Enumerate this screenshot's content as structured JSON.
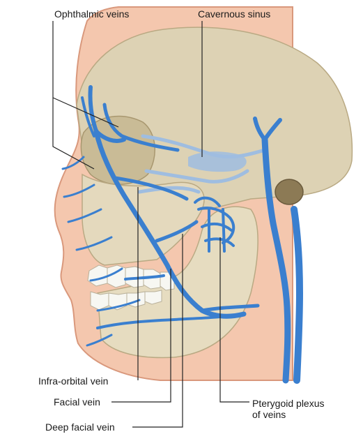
{
  "diagram": {
    "labels": {
      "ophthalmic_veins": "Ophthalmic veins",
      "cavernous_sinus": "Cavernous sinus",
      "infraorbital_vein": "Infra-orbital vein",
      "facial_vein": "Facial vein",
      "deep_facial_vein": "Deep facial vein",
      "pterygoid_plexus_line1": "Pterygoid plexus",
      "pterygoid_plexus_line2": "of veins"
    },
    "colors": {
      "vein": "#3a7fcf",
      "vein_dark": "#1f5fa8",
      "vein_faint": "#9fbde0",
      "bone": "#ddd2b4",
      "bone_shadow": "#b9a983",
      "bone_light": "#ece4cc",
      "skin": "#f4c7ae",
      "skin_outline": "#d9987c",
      "teeth": "#f7f7f2",
      "leader_line": "#222222"
    }
  }
}
